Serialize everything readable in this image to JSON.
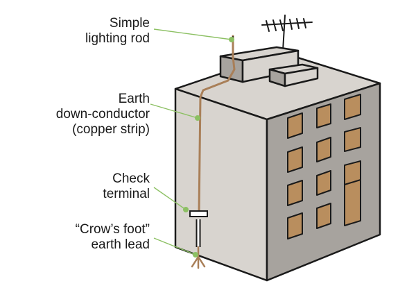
{
  "labels": {
    "lightning_rod": [
      "Simple",
      "lighting rod"
    ],
    "down_conductor": [
      "Earth",
      "down-conductor",
      "(copper strip)"
    ],
    "check_terminal": [
      "Check",
      "terminal"
    ],
    "crows_foot": [
      "“Crow’s foot”",
      "earth lead"
    ]
  },
  "colors": {
    "wall_front": "#d8d4cf",
    "wall_side": "#a7a39e",
    "roof": "#d8d4cf",
    "window": "#b98e5e",
    "copper": "#a97f58",
    "leader": "#8cc063",
    "outline": "#1a1a1a"
  }
}
